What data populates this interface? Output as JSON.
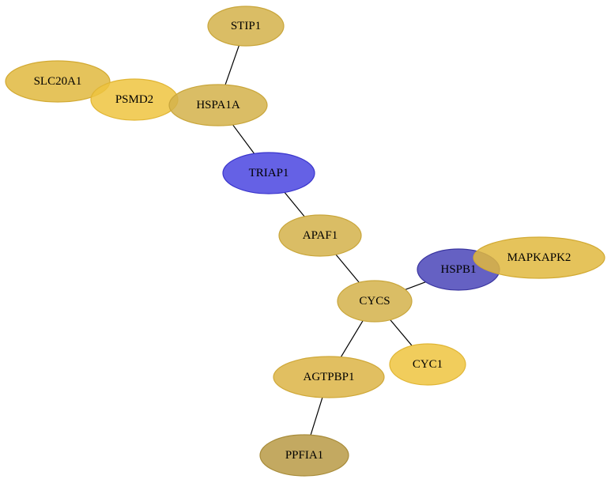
{
  "graph": {
    "nodes": [
      {
        "id": "STIP1",
        "label": "STIP1",
        "color": "#d4b24a",
        "stroke": "#c9a63b"
      },
      {
        "id": "SLC20A1",
        "label": "SLC20A1",
        "color": "#e0b83e",
        "stroke": "#d2aa33"
      },
      {
        "id": "PSMD2",
        "label": "PSMD2",
        "color": "#efc440",
        "stroke": "#e0b534"
      },
      {
        "id": "HSPA1A",
        "label": "HSPA1A",
        "color": "#d4b24a",
        "stroke": "#c9a63b"
      },
      {
        "id": "TRIAP1",
        "label": "TRIAP1",
        "color": "#4a45e0",
        "stroke": "#3a35cc"
      },
      {
        "id": "APAF1",
        "label": "APAF1",
        "color": "#d4b24a",
        "stroke": "#c9a63b"
      },
      {
        "id": "HSPB1",
        "label": "HSPB1",
        "color": "#4a45b8",
        "stroke": "#3a35a0"
      },
      {
        "id": "MAPKAPK2",
        "label": "MAPKAPK2",
        "color": "#e0b83e",
        "stroke": "#d2aa33"
      },
      {
        "id": "CYCS",
        "label": "CYCS",
        "color": "#d4b24a",
        "stroke": "#c9a63b"
      },
      {
        "id": "CYC1",
        "label": "CYC1",
        "color": "#efc440",
        "stroke": "#e0b534"
      },
      {
        "id": "AGTPBP1",
        "label": "AGTPBP1",
        "color": "#dcb445",
        "stroke": "#cfa838"
      },
      {
        "id": "PPFIA1",
        "label": "PPFIA1",
        "color": "#b89a45",
        "stroke": "#a88c3a"
      }
    ],
    "edges": [
      {
        "source": "STIP1",
        "target": "HSPA1A"
      },
      {
        "source": "HSPA1A",
        "target": "TRIAP1"
      },
      {
        "source": "TRIAP1",
        "target": "APAF1"
      },
      {
        "source": "APAF1",
        "target": "CYCS"
      },
      {
        "source": "CYCS",
        "target": "HSPB1"
      },
      {
        "source": "CYCS",
        "target": "AGTPBP1"
      },
      {
        "source": "CYCS",
        "target": "CYC1"
      },
      {
        "source": "AGTPBP1",
        "target": "PPFIA1"
      }
    ]
  }
}
